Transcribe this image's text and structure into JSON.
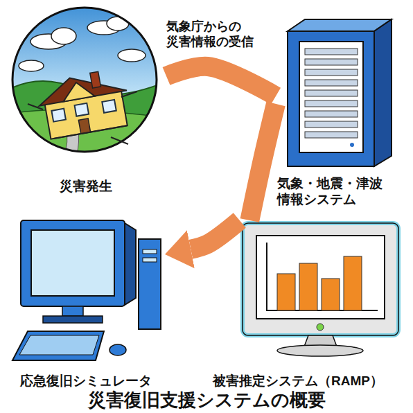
{
  "diagram": {
    "title": "災害復旧支援システムの概要",
    "nodes": [
      {
        "text": [
          "災害発生"
        ]
      },
      {
        "text": [
          "気象・地震・津波情報システム"
        ]
      },
      {
        "text": [
          "被害推定システム（RAMP）"
        ]
      },
      {
        "text": [
          "応急復旧シミュレータ"
        ]
      }
    ],
    "edges": [
      {
        "from": 0,
        "to": 1,
        "label": "気象庁からの 災害情報の受信",
        "arrow": "none"
      },
      {
        "from": 1,
        "to": 2,
        "arrow": "none"
      },
      {
        "from": 2,
        "to": 3,
        "arrow": "to"
      }
    ]
  }
}
